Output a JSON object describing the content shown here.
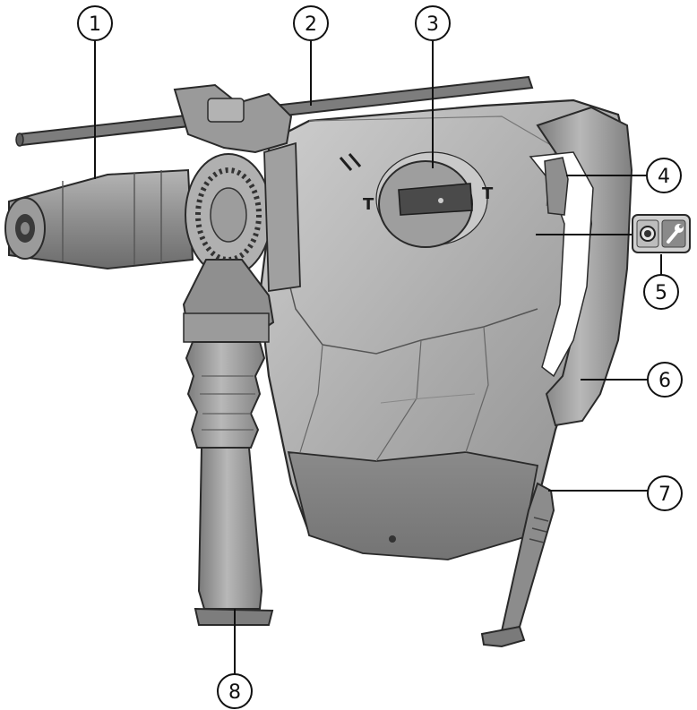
{
  "callouts": [
    {
      "number": "1"
    },
    {
      "number": "2"
    },
    {
      "number": "3"
    },
    {
      "number": "4"
    },
    {
      "number": "5"
    },
    {
      "number": "6"
    },
    {
      "number": "7"
    },
    {
      "number": "8"
    }
  ],
  "selector_marks": {
    "left": "T",
    "right": "T"
  },
  "colors": {
    "body": "#a7a7a7",
    "body_light": "#c4c4c4",
    "body_dark": "#6a6a6a",
    "outline": "#2a2a2a",
    "callout_line": "#111111"
  },
  "icons": [
    "indicator-lamp-icon",
    "wrench-icon"
  ]
}
